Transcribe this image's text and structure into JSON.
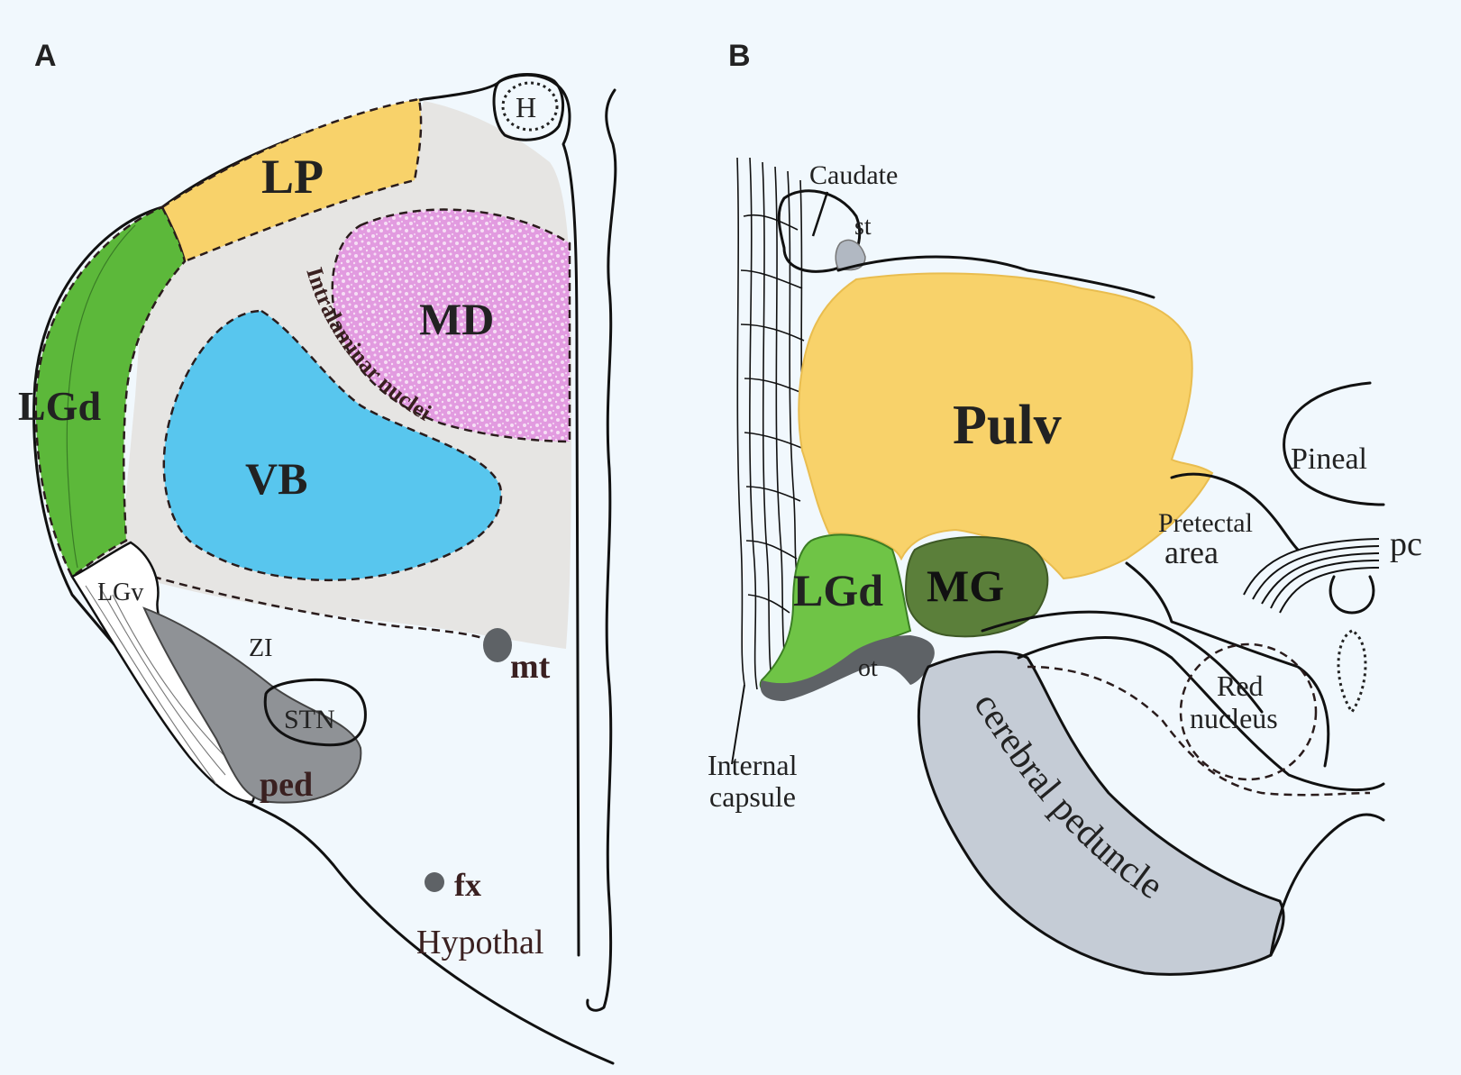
{
  "panels": [
    {
      "id": "A",
      "letter": "A"
    },
    {
      "id": "B",
      "letter": "B"
    }
  ],
  "panel_a": {
    "labels": {
      "H": "H",
      "LP": "LP",
      "MD": "MD",
      "intralaminar": "Intralaminar nuclei",
      "LGd": "LGd",
      "VB": "VB",
      "LGv": "LGv",
      "ZI": "ZI",
      "mt": "mt",
      "STN": "STN",
      "ped": "ped",
      "fx": "fx",
      "hypothal": "Hypothal"
    },
    "colors": {
      "LP": "#f8d26a",
      "LGd": "#5cb83a",
      "VB": "#58c6ee",
      "MD": "#e29be0",
      "thalamus": "#e6e5e3",
      "ped": "#8f9296",
      "background": "#f1f8fd"
    }
  },
  "panel_b": {
    "labels": {
      "caudate": "Caudate",
      "st": "st",
      "pulv": "Pulv",
      "pineal": "Pineal",
      "pretectal": "Pretectal",
      "area": "area",
      "pc": "pc",
      "LGd": "LGd",
      "MG": "MG",
      "ot": "ot",
      "red1": "Red",
      "red2": "nucleus",
      "ic1": "Internal",
      "ic2": "capsule",
      "cerebral_peduncle": "cerebral peduncle"
    },
    "colors": {
      "pulv": "#f8d26a",
      "LGd": "#6fc446",
      "MG": "#5b7f3a",
      "ot": "#5e6266",
      "peduncle": "#c5ccd6",
      "st": "#b1b8c2"
    }
  }
}
